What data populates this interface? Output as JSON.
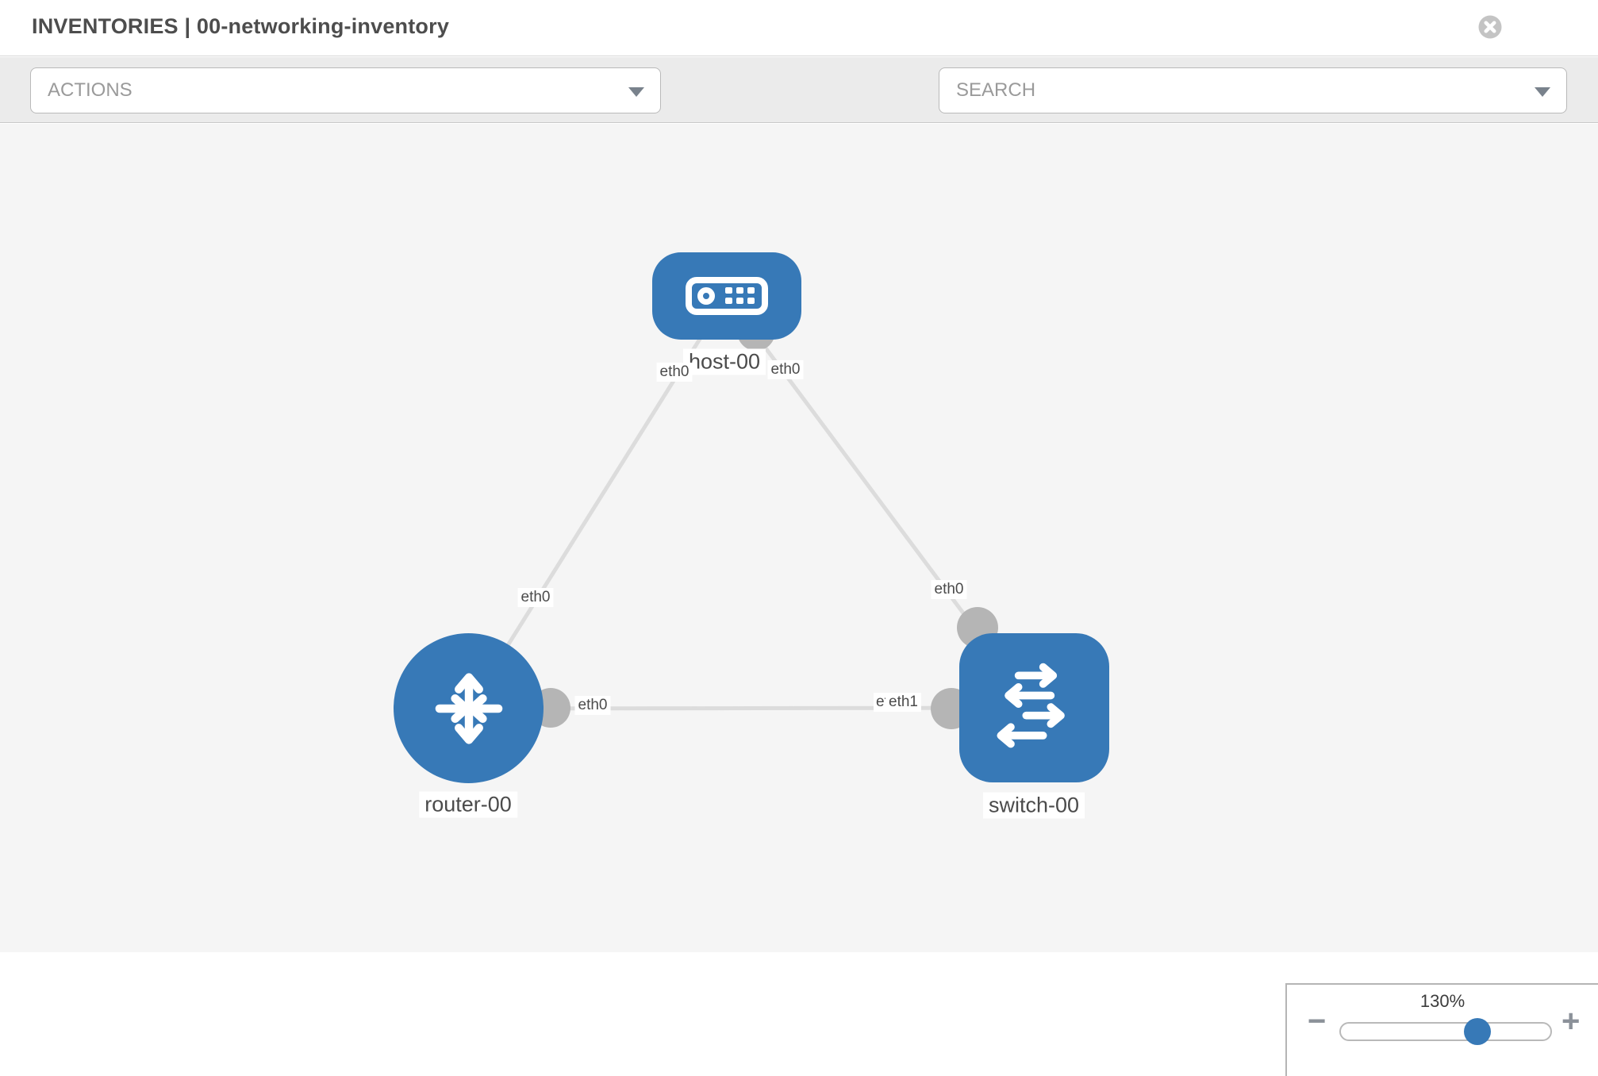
{
  "window": {
    "title": "INVENTORIES | 00-networking-inventory"
  },
  "toolbar": {
    "actions_label": "ACTIONS",
    "search_placeholder": "SEARCH"
  },
  "colors": {
    "node_blue": "#3779b7",
    "link_gray": "#dcdcdc",
    "endpoint_gray": "#b5b5b5"
  },
  "topology": {
    "nodes": [
      {
        "name": "host-00",
        "type": "host"
      },
      {
        "name": "router-00",
        "type": "router"
      },
      {
        "name": "switch-00",
        "type": "switch"
      }
    ],
    "interfaces": {
      "host_left": "eth0",
      "host_right": "eth0",
      "link_router_host": "eth0",
      "link_host_switch": "eth0",
      "router_port": "eth0",
      "switch_port_under": "eth0",
      "switch_port_over": "eth1"
    }
  },
  "zoom_control": {
    "value": "130%",
    "minus_label": "−",
    "plus_label": "+"
  }
}
